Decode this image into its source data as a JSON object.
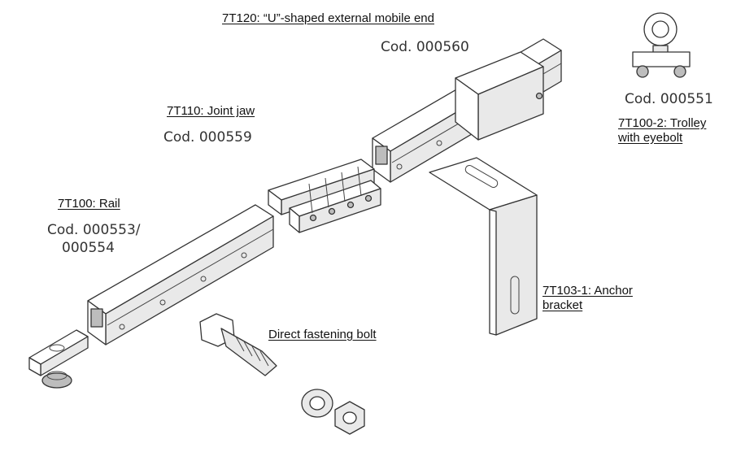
{
  "labels": {
    "mobile_end_name": "7T120: “U”-shaped external mobile end",
    "mobile_end_code": "Cod. 000560",
    "joint_jaw_name": "7T110: Joint jaw",
    "joint_jaw_code": "Cod. 000559",
    "rail_name": "7T100: Rail",
    "rail_code_line1": "Cod. 000553/",
    "rail_code_line2": "000554",
    "trolley_code": "Cod. 000551",
    "trolley_name_line1": "7T100-2: Trolley",
    "trolley_name_line2": "with eyebolt",
    "bracket_name_line1": "7T103-1: Anchor",
    "bracket_name_line2": "bracket",
    "bolt_name": "Direct fastening bolt"
  }
}
